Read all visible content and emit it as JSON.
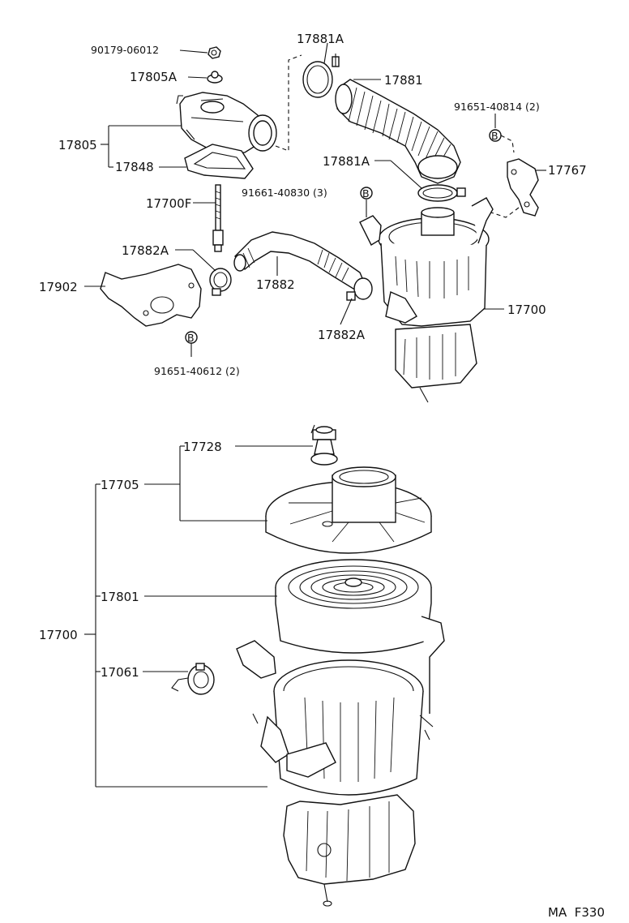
{
  "diagram": {
    "part_labels": {
      "p90179_06012": "90179-06012",
      "p17805A": "17805A",
      "p17805": "17805",
      "p17848": "17848",
      "p17881A_top": "17881A",
      "p17881": "17881",
      "p91651_40814": "91651-40814 (2)",
      "p17881A_mid": "17881A",
      "p17767": "17767",
      "p91661_40830": "91661-40830 (3)",
      "p17700F": "17700F",
      "p17882A_left": "17882A",
      "p17882": "17882",
      "p17902": "17902",
      "p17700_top": "17700",
      "p17882A_right": "17882A",
      "p91651_40612": "91651-40612 (2)",
      "p17728": "17728",
      "p17705": "17705",
      "p17801": "17801",
      "p17700_bottom": "17700",
      "p17061": "17061"
    },
    "bolt_marker": "B",
    "footer": "MA  F330"
  }
}
